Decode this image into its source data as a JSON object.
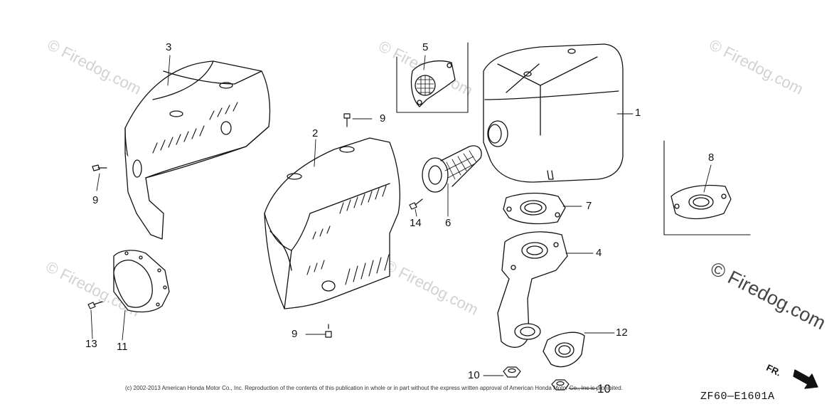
{
  "watermark": {
    "text": "© Firedog.com"
  },
  "callouts": {
    "c1": "1",
    "c2": "2",
    "c3": "3",
    "c4": "4",
    "c5": "5",
    "c6": "6",
    "c7": "7",
    "c8": "8",
    "c9a": "9",
    "c9b": "9",
    "c9c": "9",
    "c10a": "10",
    "c10b": "10",
    "c11": "11",
    "c12": "12",
    "c13": "13",
    "c14": "14"
  },
  "copyright": "(c) 2002-2013 American Honda Motor Co., Inc. Reproduction of the contents of this publication in whole or in part without the express written approval of American Honda Motor Co., Inc is prohibited.",
  "diagram_code": "ZF60—E1601A",
  "direction_label": "FR."
}
